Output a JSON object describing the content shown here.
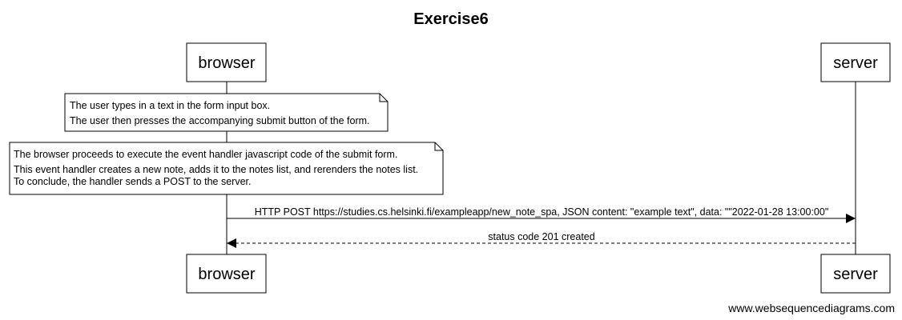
{
  "diagram": {
    "title": "Exercise6",
    "participants": [
      {
        "id": "browser",
        "label": "browser"
      },
      {
        "id": "server",
        "label": "server"
      }
    ],
    "notes": [
      {
        "over": "browser",
        "lines": [
          "The user types in a text in the form input box.",
          "The user then presses the accompanying submit button of the form."
        ]
      },
      {
        "over": "browser",
        "lines": [
          "The browser proceeds to execute the event handler javascript code of the submit form.",
          "This event handler creates a new note, adds it to the notes list, and rerenders the notes list.",
          "To conclude, the handler sends a POST to the server."
        ]
      }
    ],
    "messages": [
      {
        "from": "browser",
        "to": "server",
        "label": "HTTP POST https://studies.cs.helsinki.fi/exampleapp/new_note_spa, JSON content: \"example text\", data: \"\"2022-01-28 13:00:00\"",
        "style": "solid"
      },
      {
        "from": "server",
        "to": "browser",
        "label": "status code 201 created",
        "style": "dashed"
      }
    ],
    "watermark": "www.websequencediagrams.com"
  }
}
